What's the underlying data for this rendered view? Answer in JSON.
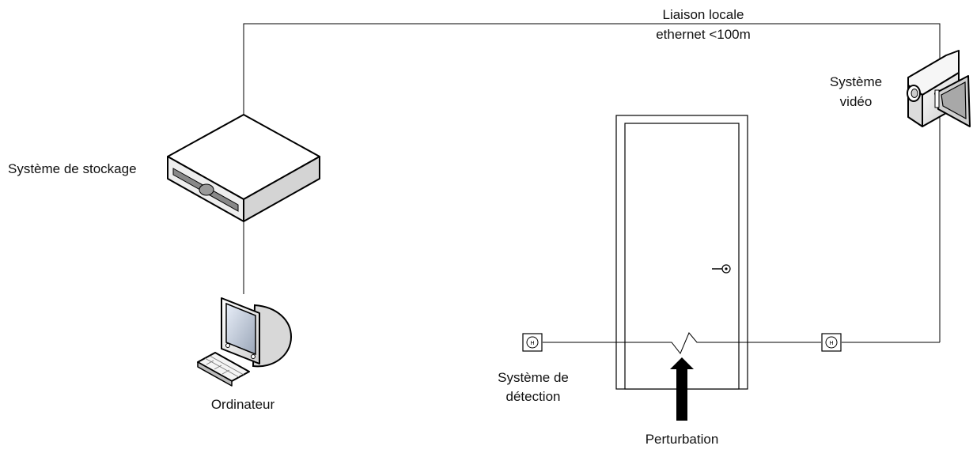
{
  "labels": {
    "link_line1": "Liaison locale",
    "link_line2": "ethernet <100m",
    "video_line1": "Système",
    "video_line2": "vidéo",
    "storage": "Système de stockage",
    "computer": "Ordinateur",
    "detection_line1": "Système de",
    "detection_line2": "détection",
    "disturbance": "Perturbation",
    "sensor_glyph": "H"
  },
  "icons": {
    "storage": "network-storage-device-icon",
    "computer": "desktop-computer-icon",
    "video": "video-camera-icon",
    "door": "door-icon",
    "sensor": "detection-sensor-icon",
    "arrow": "disturbance-arrow-icon"
  }
}
